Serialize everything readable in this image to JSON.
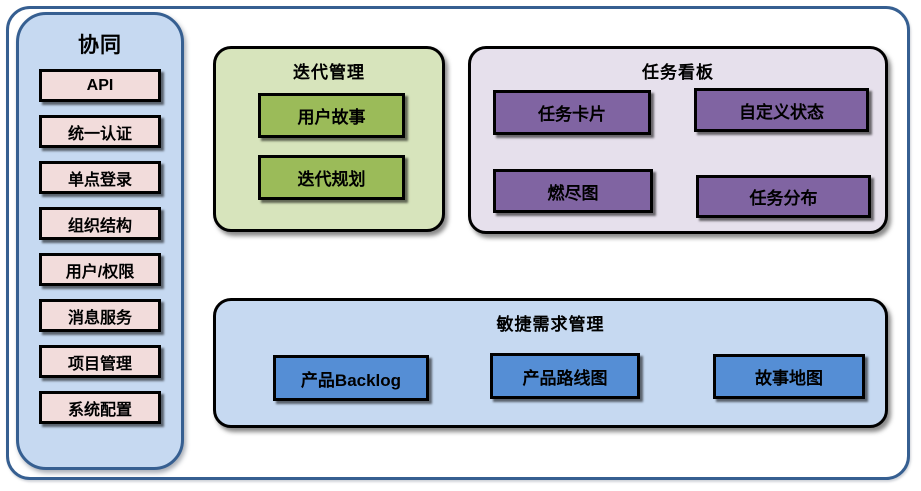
{
  "colors": {
    "outer_border": "#365f91",
    "sidebar_bg": "#c6d9f1",
    "sidebar_item_bg": "#f2dcdb",
    "iteration_bg": "#d7e4bc",
    "iteration_item_bg": "#9bbb59",
    "kanban_bg": "#e6e0ec",
    "kanban_item_bg": "#8064a2",
    "requirement_bg": "#c6d9f1",
    "requirement_item_bg": "#558ed5"
  },
  "sidebar": {
    "title": "协同",
    "items": [
      "API",
      "统一认证",
      "单点登录",
      "组织结构",
      "用户/权限",
      "消息服务",
      "项目管理",
      "系统配置"
    ]
  },
  "groups": {
    "iteration": {
      "title": "迭代管理",
      "items": [
        "用户故事",
        "迭代规划"
      ]
    },
    "kanban": {
      "title": "任务看板",
      "items": [
        "任务卡片",
        "自定义状态",
        "燃尽图",
        "任务分布"
      ]
    },
    "requirement": {
      "title": "敏捷需求管理",
      "items": [
        "产品Backlog",
        "产品路线图",
        "故事地图"
      ]
    }
  }
}
